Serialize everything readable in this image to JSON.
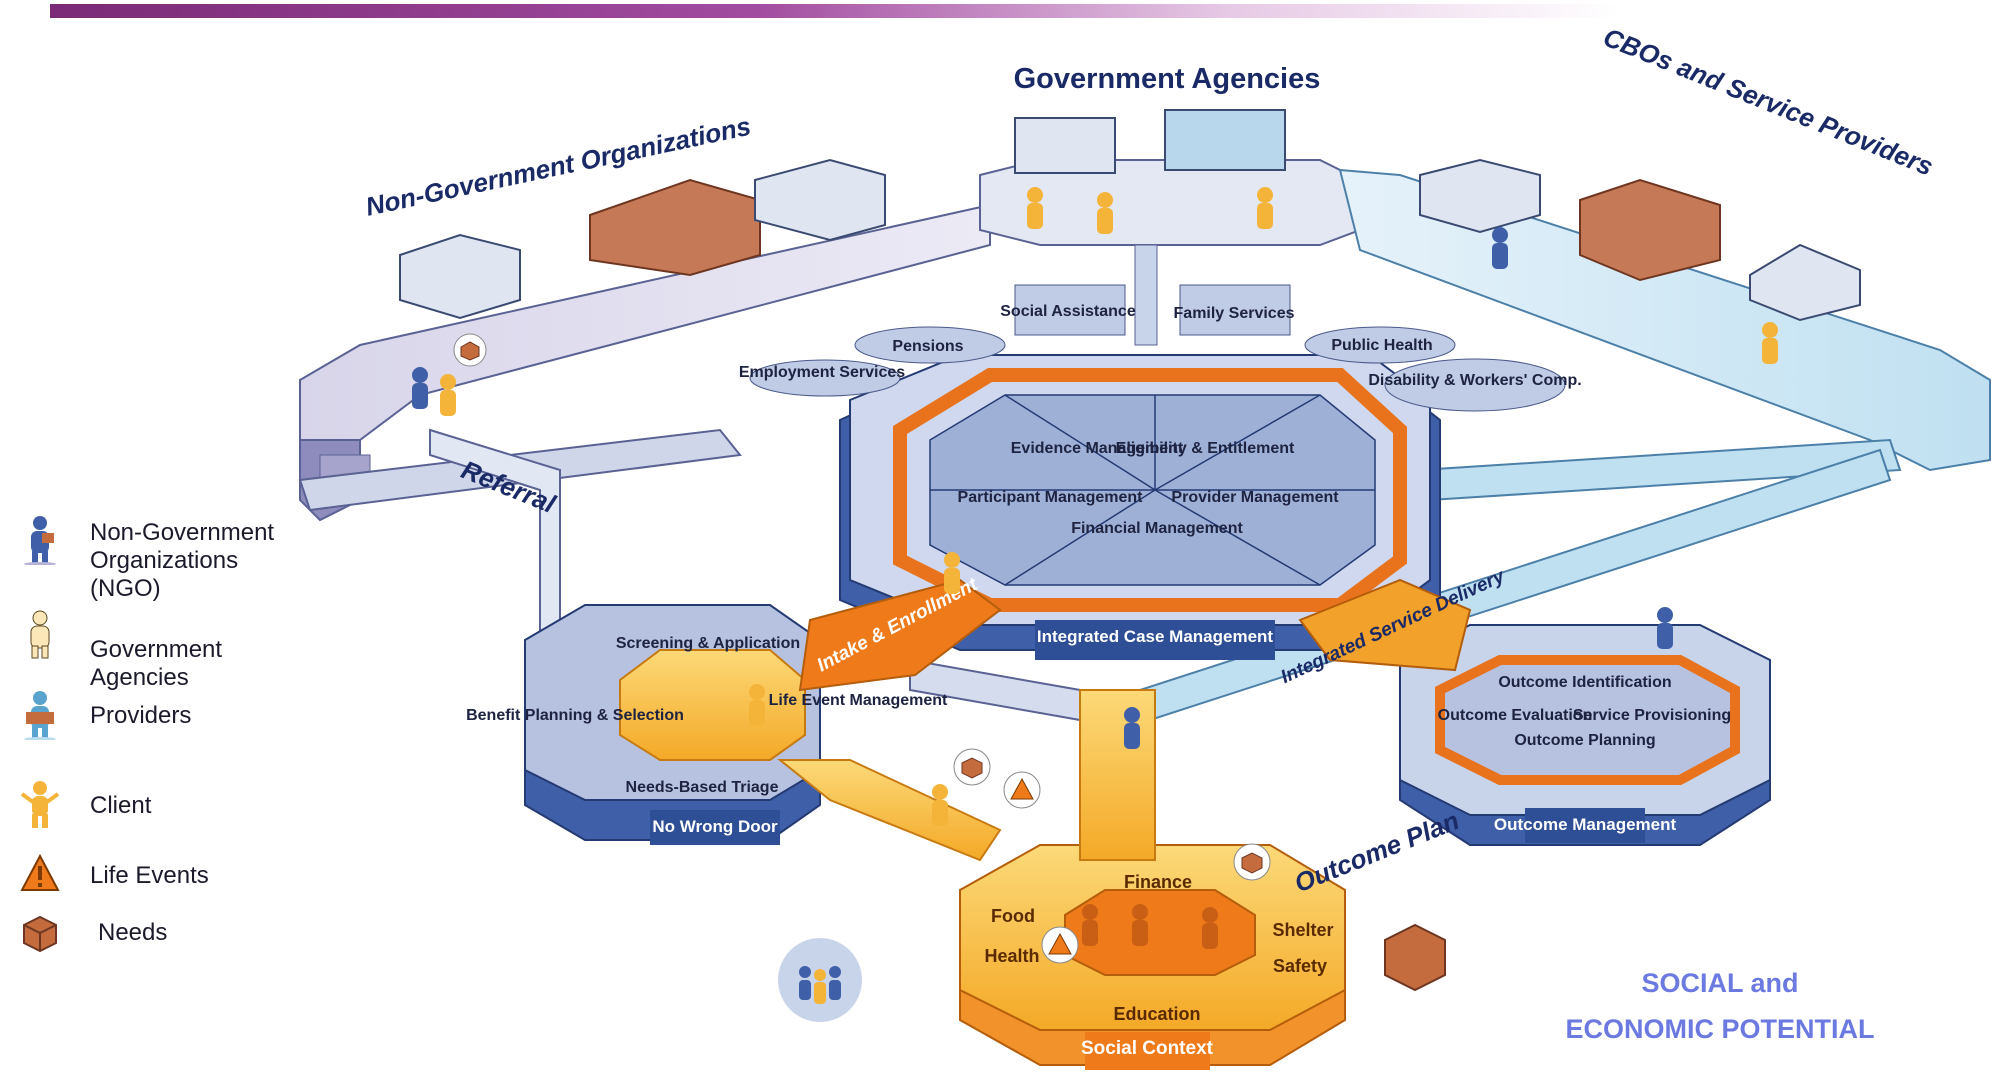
{
  "regions": {
    "government": "Government Agencies",
    "ngo": "Non-Government Organizations",
    "cbo": "CBOs and Service Providers"
  },
  "hub": {
    "center_label": "Integrated Case Management",
    "modules": [
      "Evidence Management",
      "Eligibility & Entitlement",
      "Participant Management",
      "Provider Management",
      "Financial Management"
    ]
  },
  "programs": {
    "social_assistance": "Social Assistance",
    "family_services": "Family Services",
    "pensions": "Pensions",
    "employment_services": "Employment Services",
    "public_health": "Public Health",
    "disability": "Disability & Workers' Comp."
  },
  "left_hex": {
    "label": "No Wrong Door",
    "segments": [
      "Screening & Application",
      "Benefit Planning & Selection",
      "Life Event Management",
      "Needs-Based Triage"
    ]
  },
  "right_hex": {
    "label": "Outcome Management",
    "segments": [
      "Outcome Identification",
      "Outcome Evaluation",
      "Service Provisioning",
      "Outcome Planning"
    ]
  },
  "bottom_hex": {
    "label": "Social Context",
    "segments": [
      "Finance",
      "Food",
      "Shelter",
      "Health",
      "Safety",
      "Education"
    ]
  },
  "paths": {
    "referral": "Referral",
    "intake": "Intake & Enrollment",
    "isd": "Integrated Service Delivery",
    "outcome_plan": "Outcome Plan"
  },
  "legend": [
    {
      "icon": "ngo-person-icon",
      "label": "Non-Government Organizations (NGO)"
    },
    {
      "icon": "government-person-icon",
      "label": "Government Agencies"
    },
    {
      "icon": "provider-person-icon",
      "label": "Providers"
    },
    {
      "icon": "client-person-icon",
      "label": "Client"
    },
    {
      "icon": "warning-triangle-icon",
      "label": "Life Events"
    },
    {
      "icon": "box-icon",
      "label": "Needs"
    }
  ],
  "footer": {
    "line1": "SOCIAL and",
    "line2": "ECONOMIC POTENTIAL"
  },
  "colors": {
    "hub_blue": "#3f5fa8",
    "platform_light": "#c8d4ea",
    "ngo_lavender": "#b8b4d6",
    "cbo_light_blue": "#b8dcef",
    "intake_orange": "#ef7a1a",
    "social_yellow": "#f7b530",
    "footer_text": "#6b79e0",
    "topbar_purple": "#7a2a77"
  }
}
